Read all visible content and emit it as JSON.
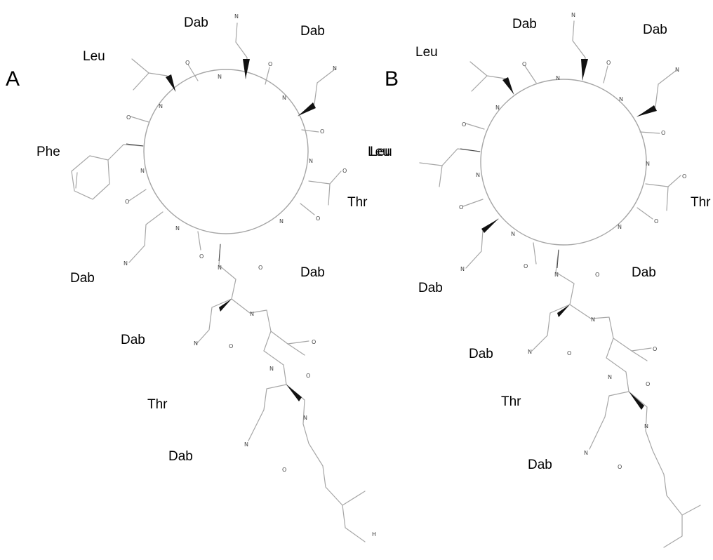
{
  "panels": [
    {
      "id": "A",
      "label": "A",
      "residues": [
        "Dab",
        "Dab",
        "Leu",
        "Phe",
        "Leu",
        "Thr",
        "Dab",
        "Dab",
        "Dab",
        "Thr",
        "Dab"
      ]
    },
    {
      "id": "B",
      "label": "B",
      "residues": [
        "Dab",
        "Dab",
        "Leu",
        "Leu",
        "Thr",
        "Dab",
        "Dab",
        "Dab",
        "Thr",
        "Dab"
      ]
    }
  ],
  "atoms": {
    "nitrogen": "N",
    "oxygen": "O",
    "hydrogen": "H"
  },
  "colors": {
    "bond": "#a6a6a6",
    "text": "#000000",
    "stereo": "#111111"
  }
}
